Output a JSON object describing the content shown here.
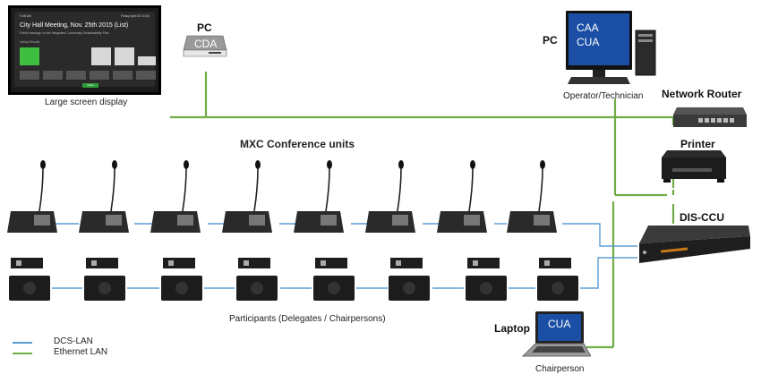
{
  "labels": {
    "large_screen": "Large screen display",
    "pc_left": "PC",
    "cda": "CDA",
    "pc_right": "PC",
    "caa": "CAA",
    "cua_pc": "CUA",
    "operator": "Operator/Technician",
    "network_router": "Network Router",
    "printer": "Printer",
    "dis_ccu": "DIS-CCU",
    "mxc": "MXC Conference units",
    "participants": "Participants (Delegates / Chairpersons)",
    "laptop": "Laptop",
    "cua_laptop": "CUA",
    "chairperson": "Chairperson"
  },
  "screen": {
    "time": "9:48 AM",
    "date": "Friday      April 25      10:54",
    "title": "City Hall Meeting, Nov. 25th 2015 (List)",
    "subtitle": "Public hearings on the Integrated Community Sustainability Plan",
    "voting": "Voting Results",
    "bottom_button": "Clear"
  },
  "legend": {
    "items": [
      {
        "label": "DCS-LAN",
        "color": "#5b9bd5"
      },
      {
        "label": "Ethernet LAN",
        "color": "#70ad47"
      }
    ]
  },
  "colors": {
    "dcs_lan": "#5b9bd5",
    "ethernet_lan": "#70ad47"
  }
}
